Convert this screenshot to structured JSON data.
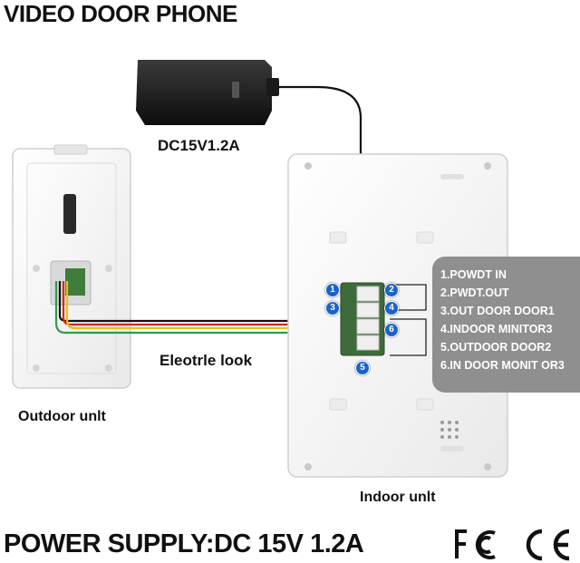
{
  "title": "VIDEO DOOR PHONE",
  "adapter_label": "DC15V1.2A",
  "outdoor_label": "Outdoor unlt",
  "indoor_label": "Indoor unlt",
  "wire_label": "Eleotrle look",
  "terminals": [
    "1.POWDT IN",
    "2.PWDT.OUT",
    "3.OUT DOOR DOOR1",
    "4.INDOOR MINITOR3",
    "5.OUTDOOR DOOR2",
    "6.IN DOOR MONIT OR3"
  ],
  "badges": [
    "1",
    "2",
    "3",
    "4",
    "5",
    "6"
  ],
  "footer": "POWER SUPPLY:DC 15V 1.2A",
  "logos": {
    "fc": "FC",
    "ce": "CE"
  },
  "colors": {
    "wire_black": "#111111",
    "wire_red": "#d8261e",
    "wire_yellow": "#e3c21b",
    "wire_green": "#2f9a4a",
    "badge_blue": "#1a63c9",
    "panel_grey": "#8f8f8f"
  }
}
